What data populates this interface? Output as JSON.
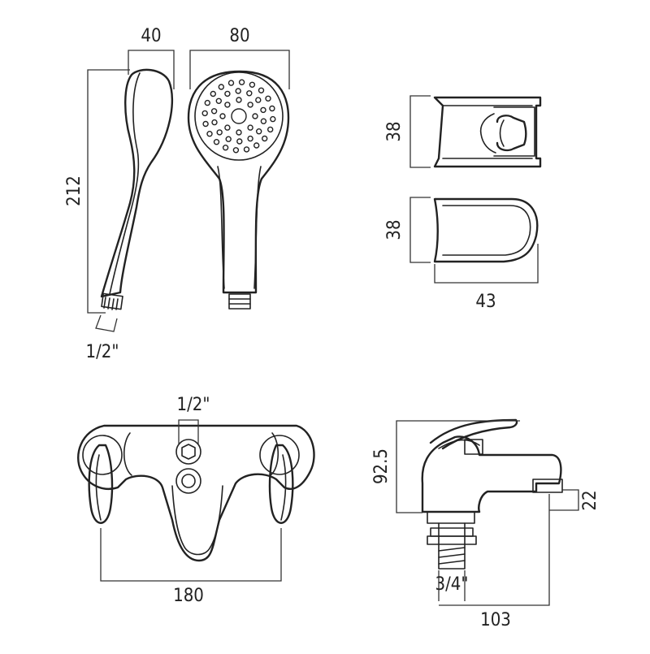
{
  "handset": {
    "dim_width_side": "40",
    "dim_width_face": "80",
    "dim_length": "212",
    "dim_thread": "1/2\""
  },
  "bracket": {
    "dim_height_top": "38",
    "dim_height_bottom": "38",
    "dim_depth": "43"
  },
  "mixer_front": {
    "dim_outlet": "1/2\"",
    "dim_centres": "180"
  },
  "mixer_side": {
    "dim_height": "92.5",
    "dim_spout_height": "22",
    "dim_tail": "3/4\"",
    "dim_projection": "103"
  }
}
